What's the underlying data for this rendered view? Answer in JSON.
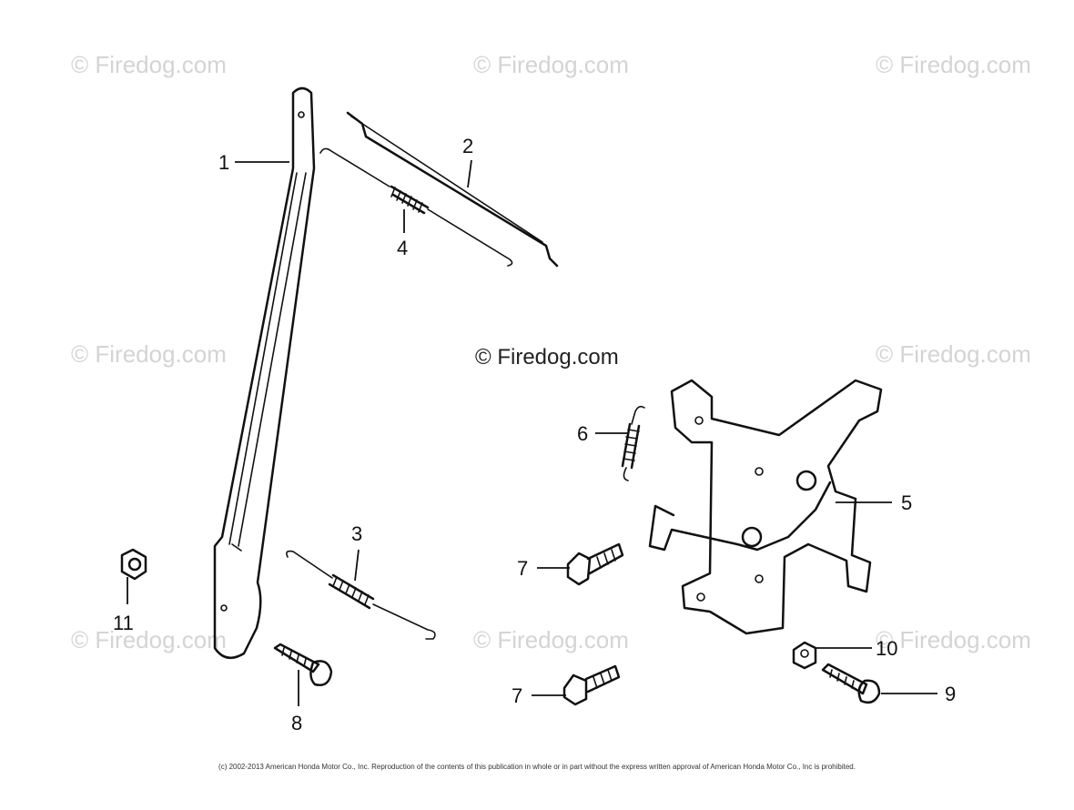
{
  "watermark": "© Firedog.com",
  "center_watermark": "© Firedog.com",
  "copyright": "(c) 2002-2013 American Honda Motor Co., Inc. Reproduction of the contents of this publication in whole or in part without the express written approval of American Honda Motor Co., Inc is prohibited.",
  "callouts": {
    "p1": "1",
    "p2": "2",
    "p3": "3",
    "p4": "4",
    "p5": "5",
    "p6": "6",
    "p7a": "7",
    "p7b": "7",
    "p8": "8",
    "p9": "9",
    "p10": "10",
    "p11": "11"
  }
}
